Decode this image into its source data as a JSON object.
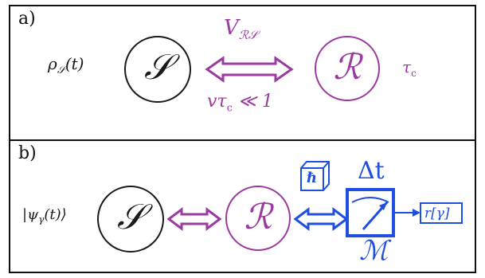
{
  "colors": {
    "reservoir": "#9b3a9f",
    "measurement": "#1f4fe0",
    "system": "#1a1a1a"
  },
  "panel_a": {
    "label": "a)",
    "rho_s": "ρ𝒮(t)",
    "system_symbol": "𝒮",
    "coupling": "V_{ℛ𝒮}",
    "coupling_main": "V",
    "coupling_sub": "ℛ𝒮",
    "condition": "vτc ≪ 1",
    "reservoir_symbol": "ℛ",
    "tau": "τc"
  },
  "panel_b": {
    "label": "b)",
    "psi": "|ψγ(t)⟩",
    "system_symbol": "𝒮",
    "reservoir_symbol": "ℛ",
    "hbar": "ℏ",
    "delta_t": "Δt",
    "meter_symbol": "ℳ",
    "record": "r[γ]"
  }
}
